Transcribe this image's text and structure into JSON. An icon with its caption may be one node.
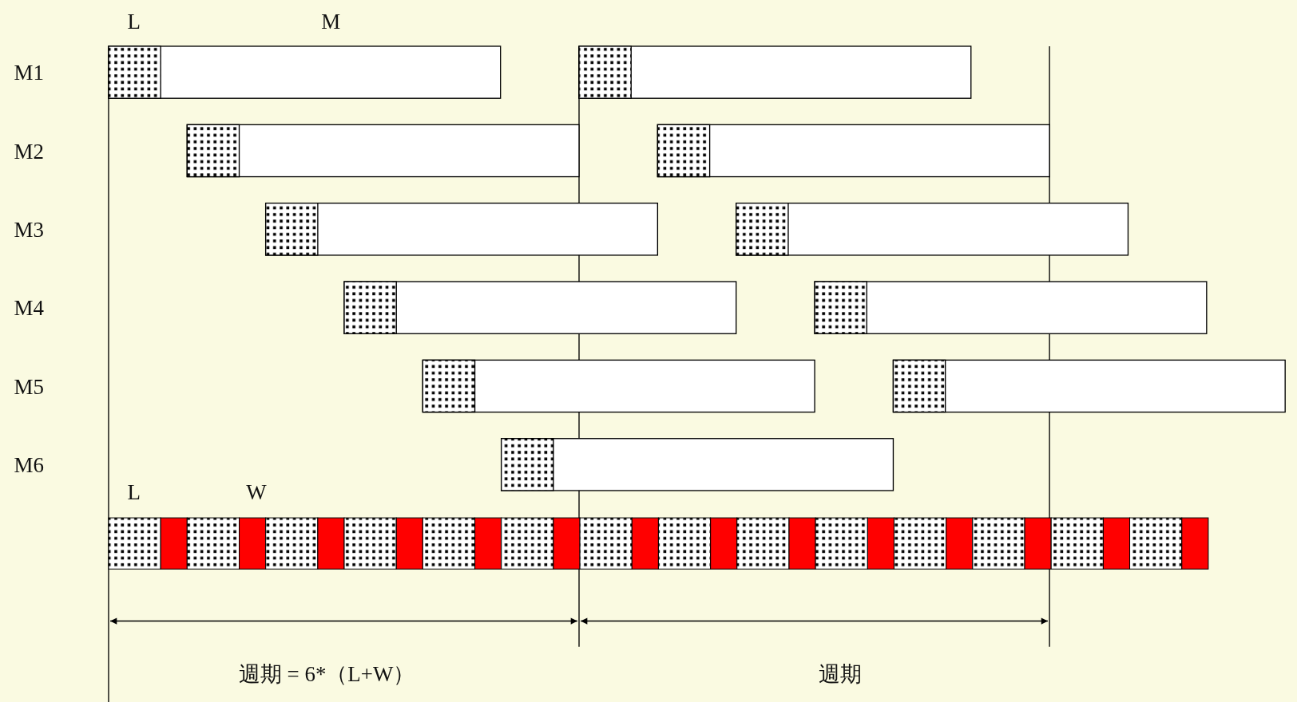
{
  "diagram": {
    "labels": [
      "L",
      "M",
      "M1",
      "M2",
      "M3",
      "M4",
      "M5",
      "M6",
      "L",
      "W",
      "週期 = 6*（L+W）",
      "週期"
    ]
  }
}
